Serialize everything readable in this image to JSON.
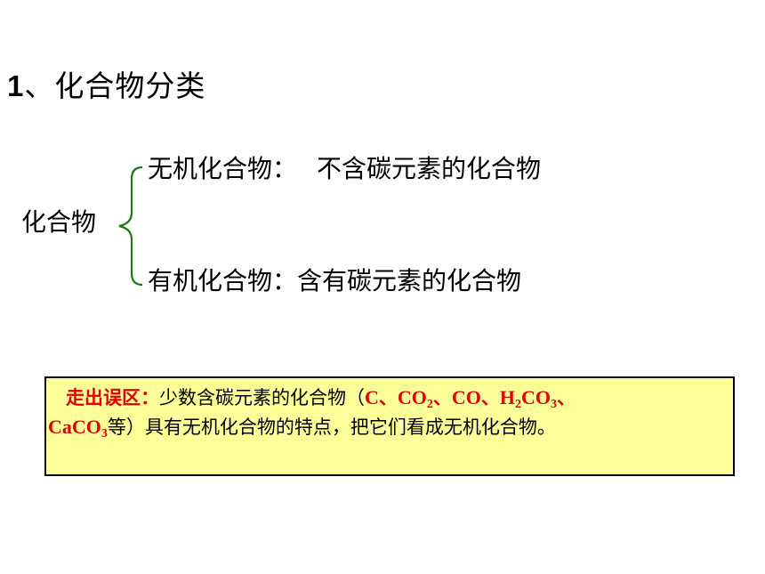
{
  "heading": {
    "number": "1",
    "text": "、化合物分类"
  },
  "tree": {
    "root": "化合物",
    "branches": [
      {
        "name": "无机化合物：",
        "definition": "不含碳元素的化合物"
      },
      {
        "name": "有机化合物：",
        "definition": "含有碳元素的化合物"
      }
    ],
    "brace_color": "#1a7a1a"
  },
  "note": {
    "label": "走出误区：",
    "intro": "少数含碳元素的化合物（",
    "sep": "、",
    "formulas": {
      "c": "C",
      "co2": {
        "base": "CO",
        "sub": "2"
      },
      "co": "CO",
      "h2co3": {
        "h": "H",
        "h_sub": "2",
        "rest": "CO",
        "rest_sub": "3"
      },
      "caco3": {
        "base": "CaCO",
        "sub": "3"
      }
    },
    "ending": "等）具有无机化合物的特点，把它们看成无机化合物。",
    "background": "#ffff99",
    "highlight": "#e00000"
  }
}
